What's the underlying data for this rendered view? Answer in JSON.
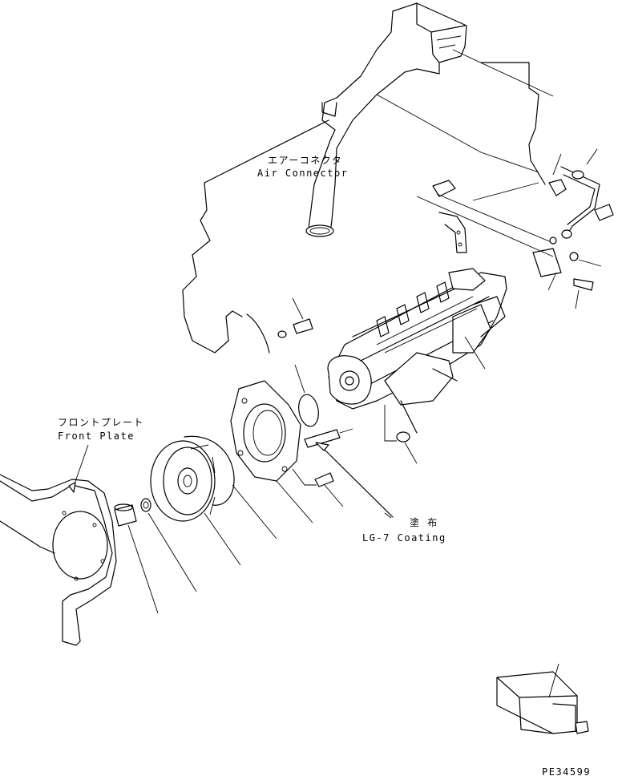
{
  "labels": {
    "air_connector_jp": "エアーコネクタ",
    "air_connector_en": "Air Connector",
    "front_plate_jp": "フロントプレート",
    "front_plate_en": "Front Plate",
    "coating_jp": "塗 布",
    "coating_en": "LG-7 Coating",
    "drawing_number": "PE34599"
  },
  "colors": {
    "line": "#000000",
    "background": "#ffffff"
  }
}
